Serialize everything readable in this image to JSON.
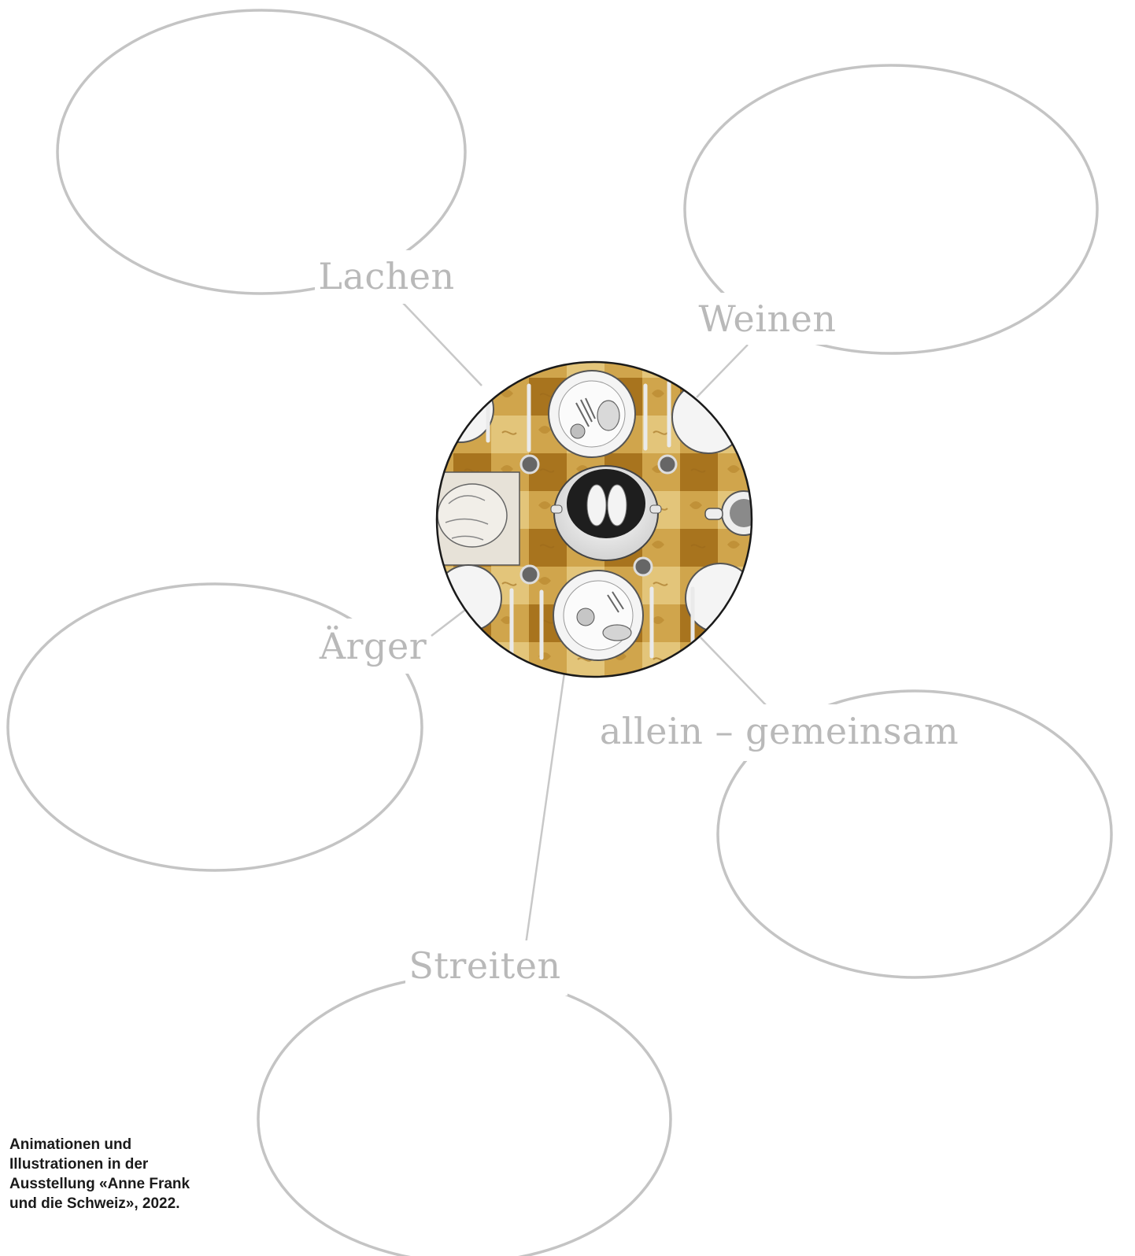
{
  "nodes": {
    "lachen": "Lachen",
    "weinen": "Weinen",
    "aerger": "Ärger",
    "allein_gemeinsam": "allein – gemeinsam",
    "streiten": "Streiten"
  },
  "center_image": {
    "icon": "table-setting-illustration",
    "colors": {
      "tablecloth_dark": "#b07d24",
      "tablecloth_light": "#d8b25c",
      "plate": "#f2f2f2",
      "outline": "#1a1a1a"
    }
  },
  "caption": "Animationen und Illustrationen in der Ausstellung «Anne Frank und die Schweiz», 2022."
}
